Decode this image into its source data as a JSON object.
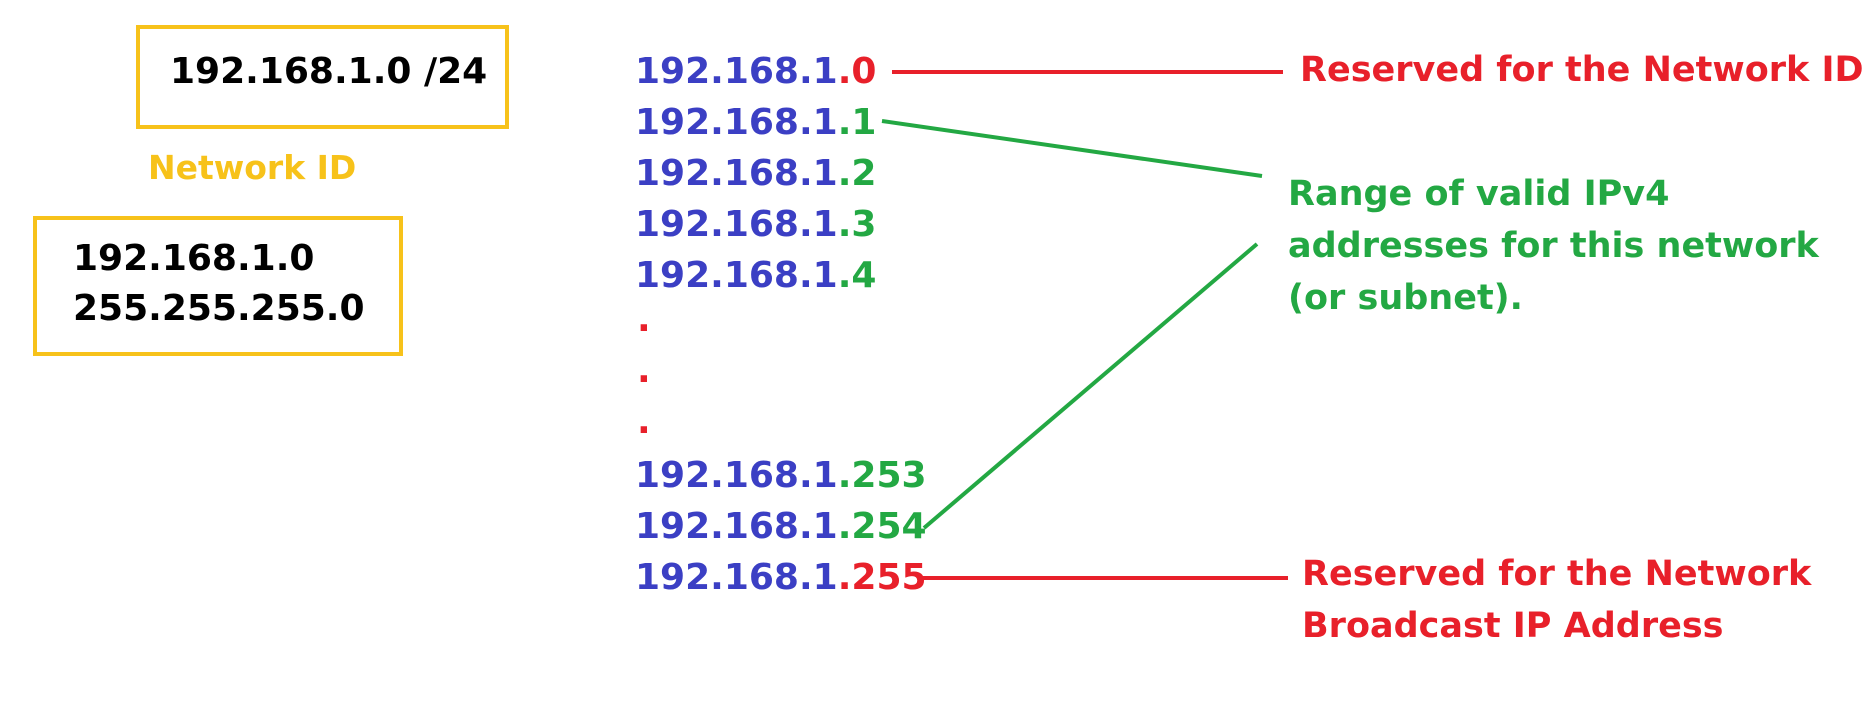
{
  "cidr_box": {
    "text": "192.168.1.0 /24"
  },
  "network_id_label": "Network ID",
  "mask_box": {
    "line1": "192.168.1.0",
    "line2": "255.255.255.0"
  },
  "addresses": [
    {
      "prefix": "192.168.1",
      "host": "0",
      "kind": "reserved"
    },
    {
      "prefix": "192.168.1",
      "host": "1",
      "kind": "valid"
    },
    {
      "prefix": "192.168.1",
      "host": "2",
      "kind": "valid"
    },
    {
      "prefix": "192.168.1",
      "host": "3",
      "kind": "valid"
    },
    {
      "prefix": "192.168.1",
      "host": "4",
      "kind": "valid"
    },
    {
      "prefix": "192.168.1",
      "host": "253",
      "kind": "valid"
    },
    {
      "prefix": "192.168.1",
      "host": "254",
      "kind": "valid"
    },
    {
      "prefix": "192.168.1",
      "host": "255",
      "kind": "reserved"
    }
  ],
  "ellipsis_dots": [
    ".",
    ".",
    "."
  ],
  "notes": {
    "network_id": "Reserved for the Network ID",
    "valid_range": [
      "Range of valid IPv4",
      "addresses for this network",
      "(or subnet)."
    ],
    "broadcast": [
      "Reserved for the Network",
      "Broadcast IP Address"
    ]
  },
  "colors": {
    "box_border": "#f7c21a",
    "network_id_label": "#f7c21a",
    "prefix": "#3b3fc4",
    "reserved": "#e8202a",
    "valid": "#23a843"
  }
}
